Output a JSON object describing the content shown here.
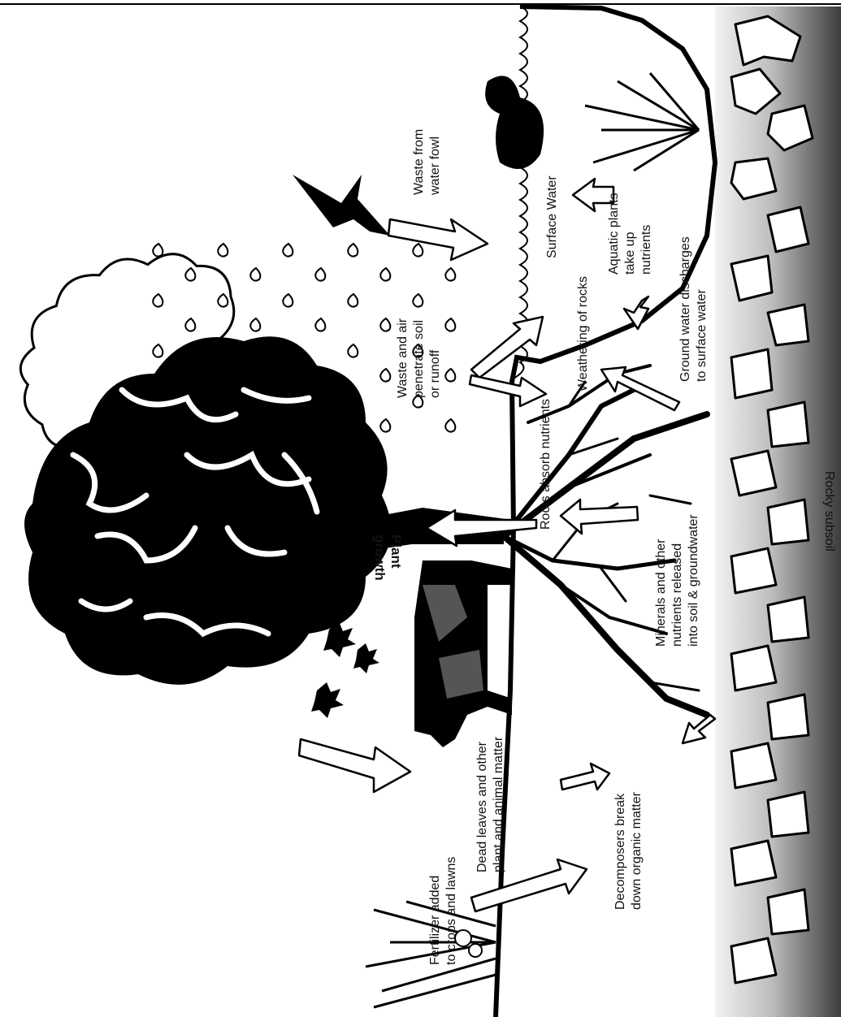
{
  "labels": {
    "plant_growth": [
      "Plant",
      "growth"
    ],
    "roots_absorb": "Roots absorb nutrients",
    "waste_air": [
      "Waste and air",
      "penetrate soil",
      "or runoff"
    ],
    "waste_fowl": [
      "Waste from",
      "water fowl"
    ],
    "surface_water": "Surface Water",
    "weathering": "Weathering of rocks",
    "aquatic_plants": [
      "Aquatic plants",
      "take up",
      "nutrients"
    ],
    "groundwater": [
      "Ground water discharges",
      "to surface water"
    ],
    "minerals": [
      "Minerals and other",
      "nutrients released",
      "into soil & groundwater"
    ],
    "fertilizer": [
      "Fertilizer added",
      "to crops and lawns"
    ],
    "dead_leaves": [
      "Dead leaves and other",
      "plant and animal matter"
    ],
    "decomposers": [
      "Decomposers break",
      "down organic matter"
    ],
    "subsoil": "Rocky subsoil"
  },
  "colors": {
    "ink": "#000000",
    "subsoil_light": "#eeeeee",
    "subsoil_dark": "#4a4a4a",
    "cow_patch": "#555555"
  }
}
